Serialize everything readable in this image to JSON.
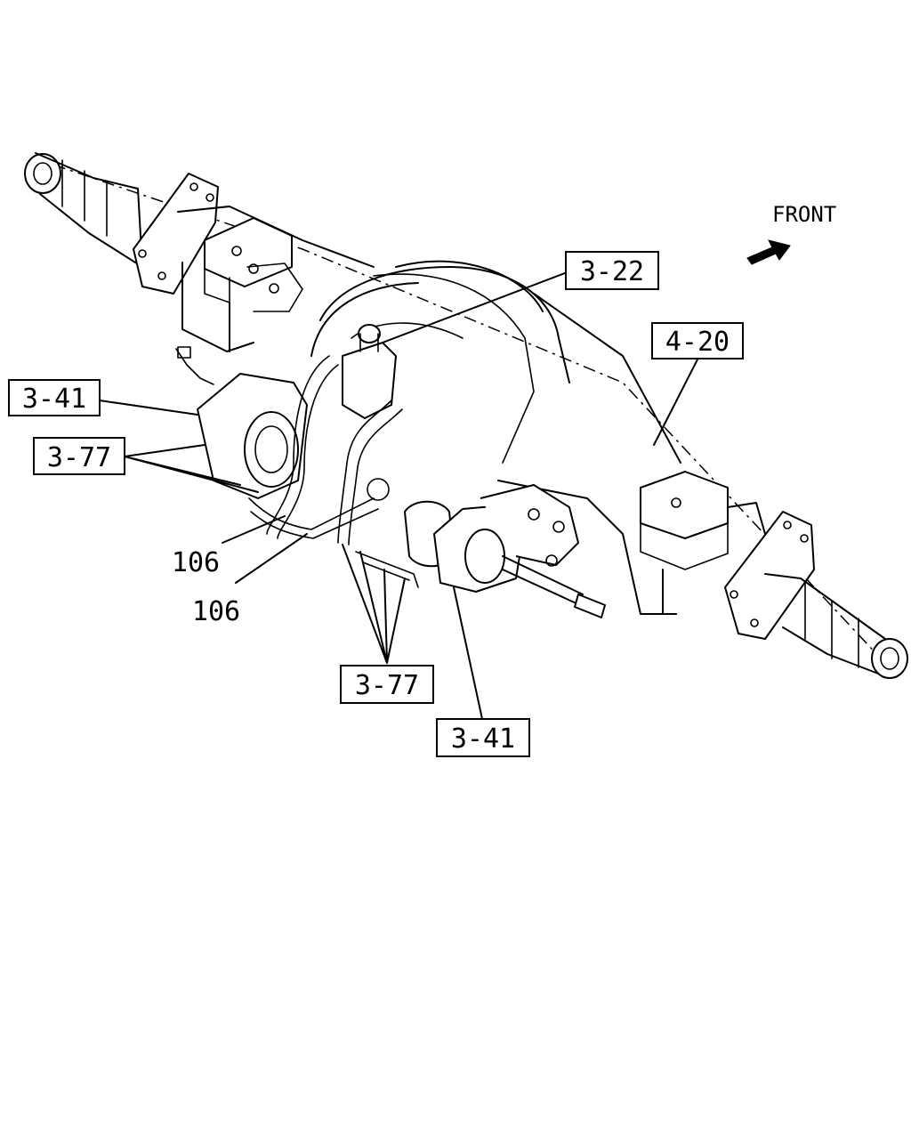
{
  "direction": {
    "text": "FRONT",
    "icon": "arrow-right-icon"
  },
  "callouts": {
    "c_3_22": "3-22",
    "c_4_20": "4-20",
    "c_3_41_left": "3-41",
    "c_3_77_left": "3-77",
    "c_106_upper": "106",
    "c_106_lower": "106",
    "c_3_77_bottom": "3-77",
    "c_3_41_bottom": "3-41"
  }
}
